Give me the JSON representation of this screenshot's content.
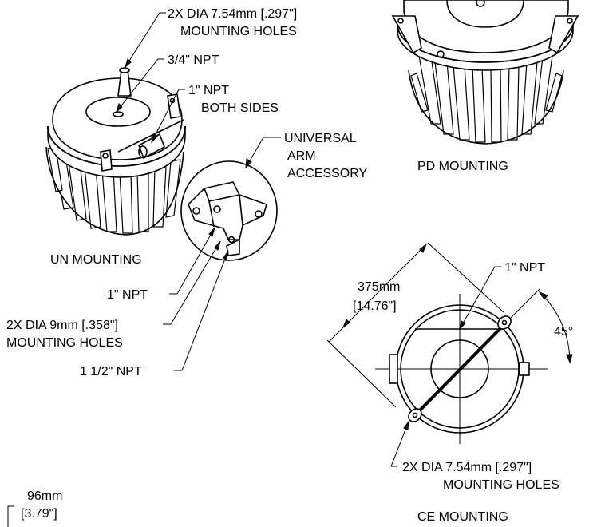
{
  "labels": {
    "holes_top": "2X DIA 7.54mm [.297\"]",
    "holes_top_2": "MOUNTING HOLES",
    "npt_34": "3/4\" NPT",
    "npt_1_both": "1\" NPT",
    "npt_1_both_2": "BOTH SIDES",
    "universal": "UNIVERSAL",
    "arm": "ARM",
    "accessory": "ACCESSORY",
    "pd_mounting": "PD MOUNTING",
    "un_mounting": "UN MOUNTING",
    "npt_1_left": "1\" NPT",
    "holes_9mm": "2X DIA 9mm [.358\"]",
    "holes_9mm_2": "MOUNTING HOLES",
    "npt_112": "1 1/2\" NPT",
    "ce_npt_1": "1\" NPT",
    "dim_375": "375mm",
    "dim_1476": "[14.76\"]",
    "angle_45": "45°",
    "ce_holes": "2X DIA 7.54mm [.297\"]",
    "ce_holes_2": "MOUNTING HOLES",
    "ce_mounting": "CE MOUNTING",
    "dim_96": "96mm",
    "dim_379": "[3.79\"]"
  }
}
